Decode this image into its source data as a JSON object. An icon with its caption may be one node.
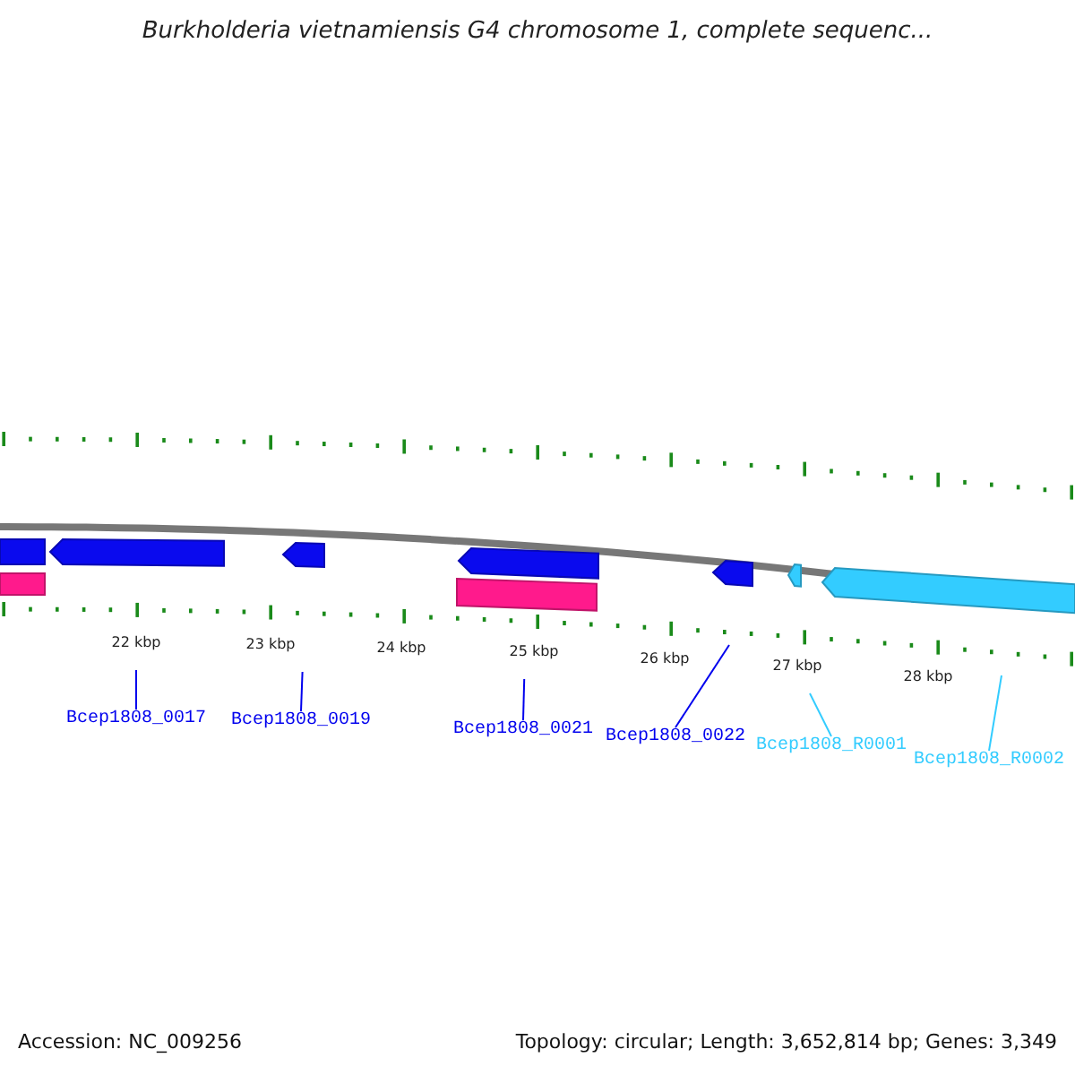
{
  "diagram": {
    "title": "Burkholderia vietnamiensis G4 chromosome 1, complete sequenc...",
    "nodes": [
      {
        "text": [
          "Bcep1808_0017"
        ]
      },
      {
        "text": [
          "Bcep1808_0019"
        ]
      },
      {
        "text": [
          "Bcep1808_0021"
        ]
      },
      {
        "text": [
          "Bcep1808_0022"
        ]
      },
      {
        "text": [
          "Bcep1808_R0001"
        ]
      },
      {
        "text": [
          "Bcep1808_R0002"
        ]
      }
    ],
    "edges": [
      {
        "from": 0,
        "to": null,
        "arrow": "none"
      },
      {
        "from": 1,
        "to": null,
        "arrow": "none"
      },
      {
        "from": 2,
        "to": null,
        "arrow": "none"
      },
      {
        "from": 3,
        "to": null,
        "arrow": "none"
      },
      {
        "from": 4,
        "to": null,
        "arrow": "none",
        "color": "#33ccff"
      },
      {
        "from": 5,
        "to": null,
        "arrow": "none",
        "color": "#33ccff"
      }
    ],
    "labels": [
      "22 kbp",
      "23 kbp",
      "24 kbp",
      "25 kbp",
      "26 kbp",
      "27 kbp",
      "28 kbp",
      "Accession: NC_009256",
      "Topology: circular; Length: 3,652,814 bp; Genes: 3,349"
    ]
  }
}
